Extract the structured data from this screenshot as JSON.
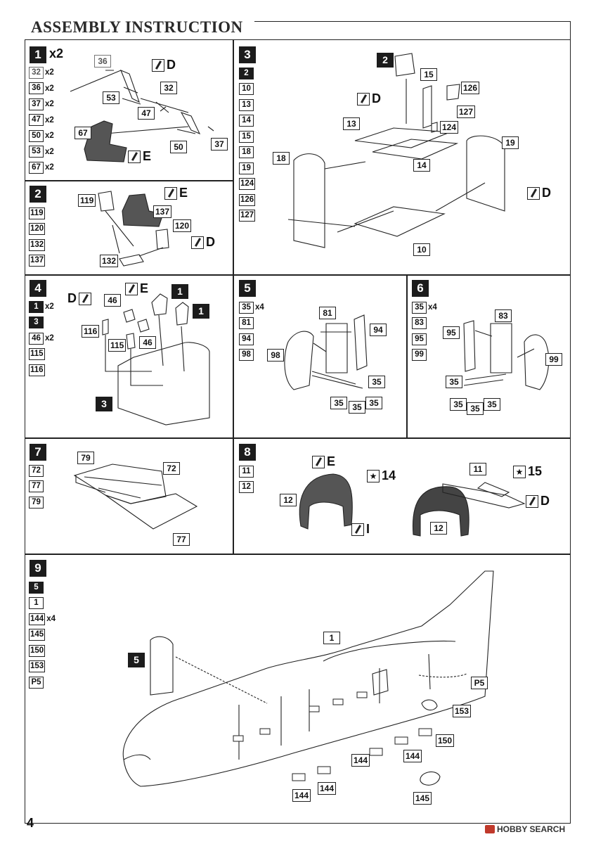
{
  "header": {
    "title": "ASSEMBLY INSTRUCTION"
  },
  "page_number": "4",
  "watermark": "HOBBY SEARCH",
  "steps": [
    {
      "id": "1",
      "qty": "x2",
      "parts": [
        {
          "n": "32",
          "q": "x2",
          "style": "gray"
        },
        {
          "n": "36",
          "q": "x2"
        },
        {
          "n": "37",
          "q": "x2"
        },
        {
          "n": "47",
          "q": "x2"
        },
        {
          "n": "50",
          "q": "x2"
        },
        {
          "n": "53",
          "q": "x2"
        },
        {
          "n": "67",
          "q": "x2"
        }
      ]
    },
    {
      "id": "2",
      "qty": "",
      "parts": [
        {
          "n": "119"
        },
        {
          "n": "120"
        },
        {
          "n": "132"
        },
        {
          "n": "137"
        }
      ]
    },
    {
      "id": "3",
      "qty": "",
      "parts": [
        {
          "n": "2",
          "style": "dark"
        },
        {
          "n": "10"
        },
        {
          "n": "13"
        },
        {
          "n": "14"
        },
        {
          "n": "15"
        },
        {
          "n": "18"
        },
        {
          "n": "19"
        },
        {
          "n": "124"
        },
        {
          "n": "126"
        },
        {
          "n": "127"
        }
      ]
    },
    {
      "id": "4",
      "qty": "",
      "parts": [
        {
          "n": "1",
          "q": "x2",
          "style": "dark"
        },
        {
          "n": "3",
          "style": "dark"
        },
        {
          "n": "46",
          "q": "x2"
        },
        {
          "n": "115"
        },
        {
          "n": "116"
        }
      ]
    },
    {
      "id": "5",
      "qty": "",
      "parts": [
        {
          "n": "35",
          "q": "x4"
        },
        {
          "n": "81"
        },
        {
          "n": "94"
        },
        {
          "n": "98"
        }
      ]
    },
    {
      "id": "6",
      "qty": "",
      "parts": [
        {
          "n": "35",
          "q": "x4"
        },
        {
          "n": "83"
        },
        {
          "n": "95"
        },
        {
          "n": "99"
        }
      ]
    },
    {
      "id": "7",
      "qty": "",
      "parts": [
        {
          "n": "72"
        },
        {
          "n": "77"
        },
        {
          "n": "79"
        }
      ]
    },
    {
      "id": "8",
      "qty": "",
      "parts": [
        {
          "n": "11"
        },
        {
          "n": "12"
        }
      ]
    },
    {
      "id": "9",
      "qty": "",
      "parts": [
        {
          "n": "5",
          "style": "dark"
        },
        {
          "n": "1"
        },
        {
          "n": "144",
          "q": "x4"
        },
        {
          "n": "145"
        },
        {
          "n": "150"
        },
        {
          "n": "153"
        },
        {
          "n": "P5"
        }
      ]
    }
  ],
  "callouts": {
    "s1": [
      "36",
      "32",
      "53",
      "47",
      "67",
      "50",
      "37"
    ],
    "s1_paint": [
      "D",
      "E"
    ],
    "s2": [
      "119",
      "137",
      "120",
      "132"
    ],
    "s2_paint": [
      "E",
      "D"
    ],
    "s3": [
      "2",
      "15",
      "126",
      "127",
      "124",
      "13",
      "19",
      "18",
      "14",
      "10"
    ],
    "s3_paint": [
      "D",
      "D"
    ],
    "s4": [
      "1",
      "1",
      "46",
      "116",
      "115",
      "46",
      "3"
    ],
    "s4_paint": [
      "E",
      "D"
    ],
    "s5": [
      "81",
      "94",
      "98",
      "35",
      "35",
      "35",
      "35"
    ],
    "s6": [
      "83",
      "95",
      "99",
      "35",
      "35",
      "35",
      "35"
    ],
    "s7": [
      "79",
      "72",
      "77"
    ],
    "s8": [
      "11",
      "12",
      "12"
    ],
    "s8_paint": [
      "E",
      "I",
      "D"
    ],
    "s8_decal": [
      "14",
      "15"
    ],
    "s9": [
      "1",
      "5",
      "P5",
      "153",
      "150",
      "144",
      "144",
      "144",
      "145"
    ]
  }
}
